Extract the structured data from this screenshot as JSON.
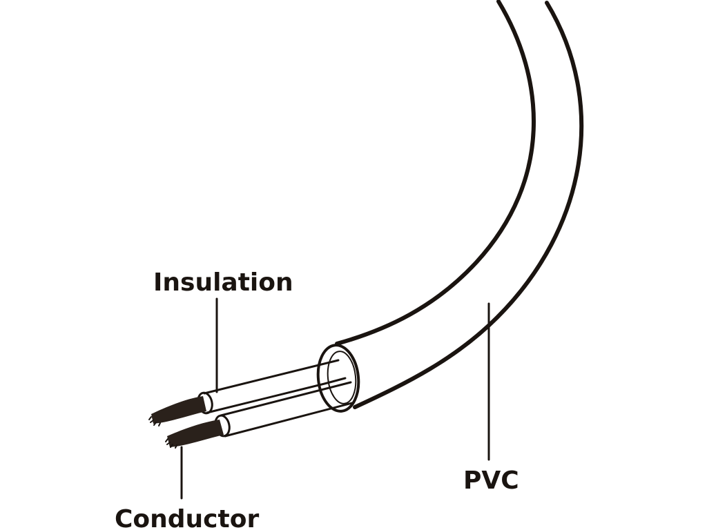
{
  "labels": {
    "insulation": "Insulation",
    "pvc": "PVC",
    "conductor": "Conductor"
  },
  "colors": {
    "ink": "#1a1410",
    "copper": "#2a211b",
    "background": "#ffffff"
  }
}
